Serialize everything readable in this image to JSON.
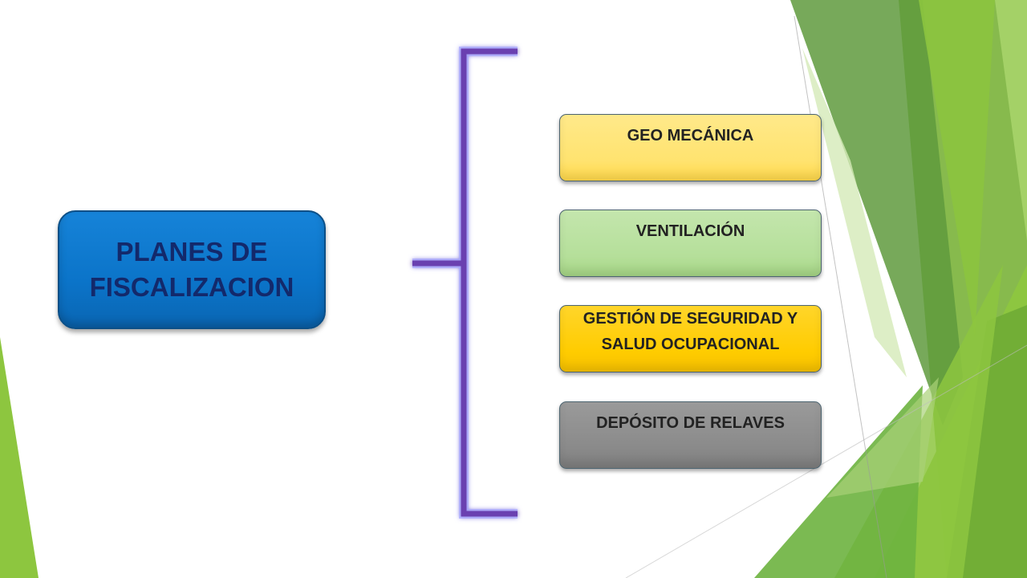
{
  "diagram": {
    "root": {
      "label": "PLANES DE\nFISCALIZACION",
      "color": "#0b74c9",
      "text_color": "#13296b"
    },
    "connector_color": "#6a3fb0",
    "children": [
      {
        "label": "GEO MECÁNICA",
        "color": "#ffe36f"
      },
      {
        "label": "VENTILACIÓN",
        "color": "#b5df9a"
      },
      {
        "label": "GESTIÓN DE SEGURIDAD Y\nSALUD OCUPACIONAL",
        "color": "#ffcc00"
      },
      {
        "label": "DEPÓSITO DE RELAVES",
        "color": "#8a8a8a"
      }
    ]
  },
  "theme": {
    "accent_green": "#8dc63f",
    "dark_green": "#5f9a3d"
  }
}
